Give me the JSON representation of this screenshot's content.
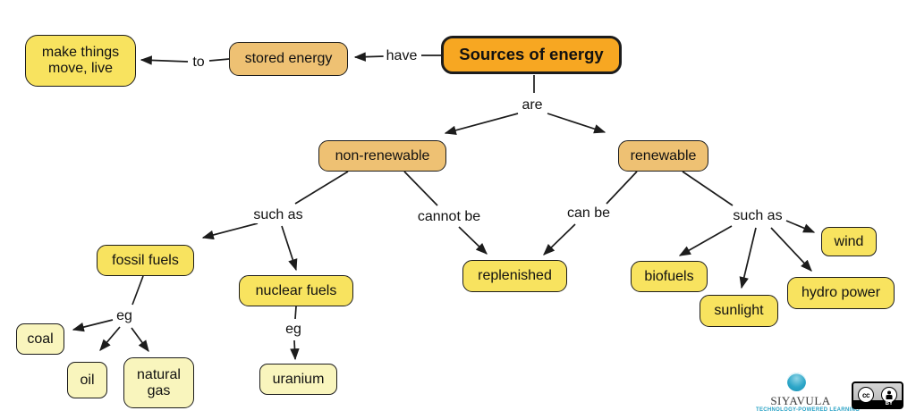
{
  "diagram": {
    "title_node": "Sources of energy",
    "nodes": {
      "sources_of_energy": "Sources of energy",
      "stored_energy": "stored energy",
      "make_things": "make things move, live",
      "non_renewable": "non-renewable",
      "renewable": "renewable",
      "fossil_fuels": "fossil fuels",
      "nuclear_fuels": "nuclear fuels",
      "replenished": "replenished",
      "biofuels": "biofuels",
      "sunlight": "sunlight",
      "hydro_power": "hydro power",
      "wind": "wind",
      "coal": "coal",
      "oil": "oil",
      "natural_gas": "natural gas",
      "uranium": "uranium"
    },
    "edge_labels": {
      "to": "to",
      "have": "have",
      "are": "are",
      "such_as_left": "such as",
      "cannot_be": "cannot be",
      "can_be": "can be",
      "such_as_right": "such as",
      "eg_left": "eg",
      "eg_right": "eg"
    },
    "colors": {
      "root_orange": "#f7a722",
      "branch_tan": "#eec173",
      "leaf_yellow": "#f8e35f",
      "example_pale_yellow": "#f9f5bd",
      "line_black": "#1c1c1c",
      "background": "#ffffff"
    }
  },
  "branding": {
    "logo": "Siyavula",
    "tagline": "TECHNOLOGY-POWERED LEARNING",
    "logo_teal": "#2aa3c6",
    "license_cc": "cc",
    "license_by": "BY"
  }
}
